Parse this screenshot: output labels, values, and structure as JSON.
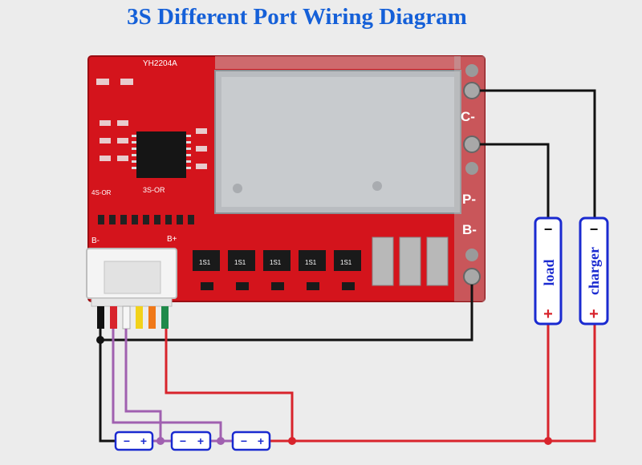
{
  "title": "3S Different Port Wiring Diagram",
  "board": {
    "model": "YH2204A",
    "silk_left": "4S-OR",
    "silk_mid": "3S-OR",
    "label_bminus": "B-",
    "label_bplus": "B+",
    "chip_mark": "1S1"
  },
  "ports": {
    "c_minus": "C-",
    "p_minus": "P-",
    "b_minus": "B-"
  },
  "load": {
    "label": "load",
    "minus": "−",
    "plus": "+"
  },
  "charger": {
    "label": "charger",
    "minus": "−",
    "plus": "+"
  },
  "cells": [
    {
      "minus": "−",
      "plus": "+"
    },
    {
      "minus": "−",
      "plus": "+"
    },
    {
      "minus": "−",
      "plus": "+"
    }
  ],
  "colors": {
    "title": "#1560d8",
    "pcb": "#d4141c",
    "wire_black": "#111111",
    "wire_red": "#d8242c",
    "wire_purple": "#a060b0",
    "outline_blue": "#1a2ad0"
  }
}
